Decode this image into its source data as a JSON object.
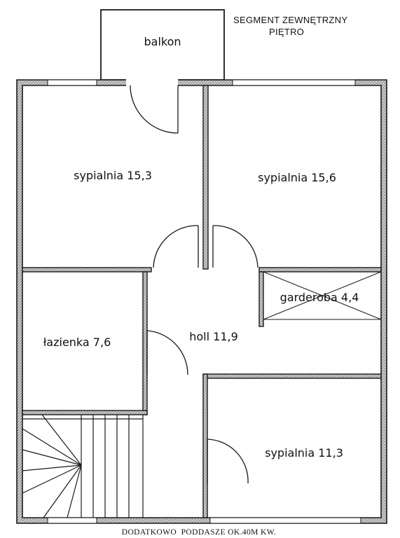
{
  "header": {
    "line1": "SEGMENT ZEWNĘTRZNY",
    "line2": "PIĘTRO"
  },
  "rooms": {
    "balkon": "balkon",
    "bedroom_top_left": "sypialnia 15,3",
    "bedroom_top_right": "sypialnia 15,6",
    "wardrobe": "garderoba 4,4",
    "bathroom": "łazienka 7,6",
    "hall": "holl 11,9",
    "bedroom_bottom_right": "sypialnia 11,3"
  },
  "footer": {
    "note": "DODATKOWO  PODDASZE OK.40M KW."
  },
  "colors": {
    "wall": "#1a1a1a",
    "wall_fill": "#c8c8c8",
    "background": "#ffffff"
  }
}
